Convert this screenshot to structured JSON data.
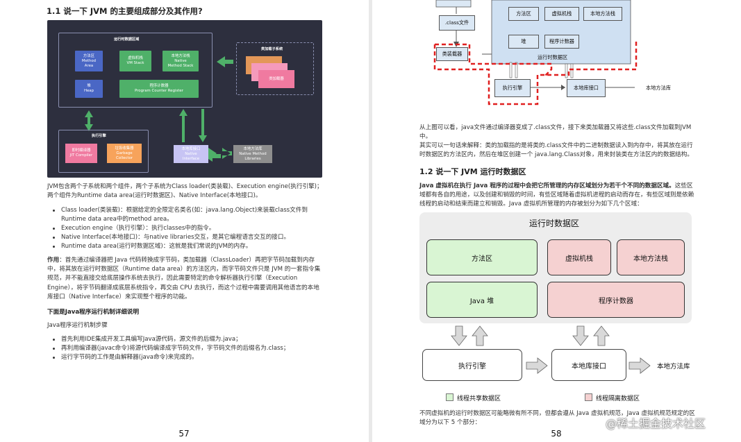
{
  "left": {
    "heading": "1.1 说一下 JVM 的主要组成部分及其作用?",
    "diagram": {
      "runtime_title": "运行时数据区域",
      "method_area": [
        "方法区",
        "Method",
        "Area"
      ],
      "vm_stack": [
        "虚拟机栈",
        "VM Stack"
      ],
      "native_method_stack": [
        "本地方法栈",
        "Native",
        "Method Stack"
      ],
      "heap": [
        "堆",
        "Heap"
      ],
      "pc_register": [
        "程序计数器",
        "Program Counter Register"
      ],
      "class_loader_title": "类加载子系统",
      "class_loader_label": "类加载器",
      "exec_title": "执行引擎",
      "jit": [
        "即时编译器",
        "JIT Compiler"
      ],
      "gc": [
        "垃圾收集器",
        "Garbage",
        "Collector"
      ],
      "native_interface": [
        "本地库接口",
        "Native",
        "Interface"
      ],
      "native_libraries": [
        "本地方法库",
        "Native Method",
        "Libraries"
      ]
    },
    "para1": "JVM包含两个子系统和两个组件，两个子系统为Class loader(类装载)、Execution engine(执行引擎)；两个组件为Runtime data area(运行时数据区)、Native Interface(本地接口)。",
    "bullets1": [
      "Class loader(类装载)：根据给定的全限定名类名(如：java.lang.Object)来装载class文件到Runtime data area中的method area。",
      "Execution engine（执行引擎）：执行classes中的指令。",
      "Native Interface(本地接口)：与native libraries交互，是其它编程语言交互的接口。",
      "Runtime data area(运行时数据区域)：这就是我们常说的JVM的内存。"
    ],
    "para2_bold": "作用",
    "para2": "：首先通过编译器把 Java 代码转换成字节码，类加载器（ClassLoader）再把字节码加载到内存中，将其放在运行时数据区（Runtime data area）的方法区内，而字节码文件只是 JVM 的一套指令集规范，并不能直接交给底层操作系统去执行，因此需要特定的命令解析器执行引擎（Execution Engine），将字节码翻译成底层系统指令，再交由 CPU 去执行，而这个过程中需要调用其他语言的本地库接口（Native Interface）来实现整个程序的功能。",
    "subheading": "下面是Java程序运行机制详细说明",
    "steps_title": "Java程序运行机制步骤",
    "bullets2": [
      "首先利用IDE集成开发工具编写Java源代码，源文件的后缀为.java；",
      "再利用编译器(javac命令)将源代码编译成字节码文件，字节码文件的后缀名为.class；",
      "运行字节码的工作是由解释器(java命令)来完成的。"
    ],
    "page_number": "57"
  },
  "right": {
    "top_diagram": {
      "class_file": ".class文件",
      "method_area": "方法区",
      "vm_stack": "虚拟机栈",
      "native_stack": "本地方法栈",
      "heap": "堆",
      "pc": "程序计数器",
      "runtime_area": "运行时数据区",
      "class_loader": "类装载器",
      "exec_engine": "执行引擎",
      "native_interface": "本地库接口",
      "native_lib": "本地方法库"
    },
    "para1": "从上图可以看，java文件通过编译器变成了.class文件，接下来类加载器又将这些.class文件加载到JVM中。",
    "para2": "其实可以一句话来解释：类的加载指的是将类的.class文件中的二进制数据读入到内存中，将其放在运行时数据区的方法区内，然后在堆区创建一个 java.lang.Class对象，用来封装类在方法区内的数据结构。",
    "heading": "1.2 说一下 JVM 运行时数据区",
    "para3_bold": "Java 虚拟机在执行 Java 程序的过程中会把它所管理的内存区域划分为若干个不同的数据区域。",
    "para3": "这些区域都有各自的用途，以及创建和销毁的时间，有些区域随着虚拟机进程的启动而存在，有些区域则是依赖线程的启动和结束而建立和销毁。Java 虚拟机所管理的内存被划分为如下几个区域：",
    "rt": {
      "title": "运行时数据区",
      "method_area": "方法区",
      "vm_stack": "虚拟机栈",
      "native_stack": "本地方法栈",
      "heap": "Java 堆",
      "pc": "程序计数器",
      "exec_engine": "执行引擎",
      "native_interface": "本地库接口",
      "native_lib": "本地方法库",
      "legend_shared": "线程共享数据区",
      "legend_isolated": "线程隔离数据区"
    },
    "para4": "不同虚拟机的运行时数据区可能略微有所不同，但都会遵从 Java 虚拟机规范，Java 虚拟机规范规定的区域分为以下 5 个部分：",
    "page_number": "58",
    "watermark": "@稀土掘金技术社区",
    "colors": {
      "shared": "#d9f5d3",
      "isolated": "#f5d1d1",
      "dashed": "#e02020"
    }
  }
}
